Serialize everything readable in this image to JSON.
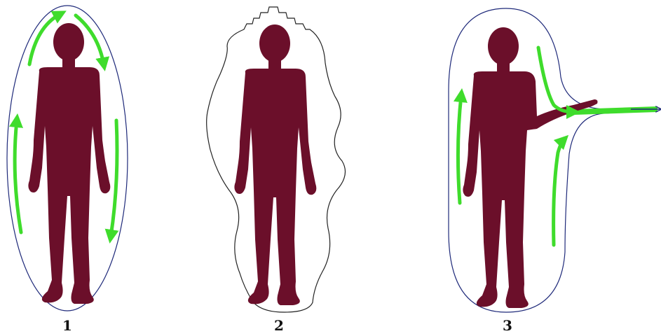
{
  "panels": [
    {
      "label": "1"
    },
    {
      "label": "2"
    },
    {
      "label": "3"
    }
  ],
  "colors": {
    "background": "#ffffff",
    "figure": "#6b0f2a",
    "field_outline": "#1f2a7a",
    "arrow": "#3fdc2c",
    "outline_panel2": "#222222",
    "label": "#111111"
  }
}
